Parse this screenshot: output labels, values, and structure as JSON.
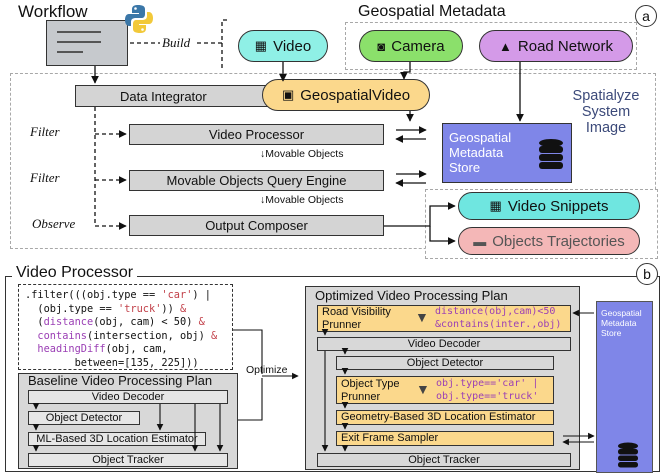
{
  "panel_a": {
    "label": "a",
    "workflow": "Workflow",
    "build": "Build",
    "geo_metadata_title": "Geospatial Metadata",
    "video_pill": "Video",
    "camera_pill": "Camera",
    "road_network_pill": "Road Network",
    "data_integrator": "Data Integrator",
    "geospatial_video": "GeospatialVideo",
    "system_image": [
      "Spatialyze",
      "System",
      "Image"
    ],
    "filter_1": "Filter",
    "filter_2": "Filter",
    "observe": "Observe",
    "video_processor": "Video Processor",
    "mo_query_engine": "Movable Objects Query Engine",
    "output_composer": "Output Composer",
    "movable_objects_1": "Movable Objects",
    "movable_objects_2": "Movable Objects",
    "store": [
      "Geospatial",
      "Metadata",
      "Store"
    ],
    "video_snippets": "Video Snippets",
    "objects_trajectories": "Objects Trajectories",
    "colors": {
      "video": "#8ff0e6",
      "camera": "#8be06b",
      "road": "#d49ae8",
      "store": "#7f86e8",
      "snippets": "#6fe6e0",
      "trajectories": "#f4b7b7",
      "gvideo": "#fbd88c"
    }
  },
  "panel_b": {
    "label": "b",
    "title": "Video Processor",
    "code": [
      ".filter(((obj.type == 'car') |",
      "  (obj.type == 'truck')) &",
      "  (distance(obj, cam) < 50) &",
      "  contains(intersection, obj) &",
      "  heading Diff(obj, cam,",
      "        between=[135, 225]))"
    ],
    "baseline_title": "Baseline Video Processing Plan",
    "baseline_steps": [
      "Video Decoder",
      "Object Detector",
      "ML-Based 3D Location Estimator",
      "Object Tracker"
    ],
    "optimize": "Optimize",
    "optimized_title": "Optimized Video Processing Plan",
    "road_visibility": [
      "Road Visibility",
      "Prunner"
    ],
    "road_cond": [
      "distance(obj,cam)<50",
      "&contains(inter.,obj)"
    ],
    "video_decoder": "Video Decoder",
    "object_detector": "Object Detector",
    "object_type": [
      "Object Type",
      "Prunner"
    ],
    "type_cond": [
      "obj.type=='car' |",
      "obj.type=='truck'"
    ],
    "geometry_estimator": "Geometry-Based 3D Location Estimator",
    "exit_sampler": "Exit Frame Sampler",
    "object_tracker": "Object Tracker",
    "store": [
      "Geospatial",
      "Metadata",
      "Store"
    ]
  }
}
